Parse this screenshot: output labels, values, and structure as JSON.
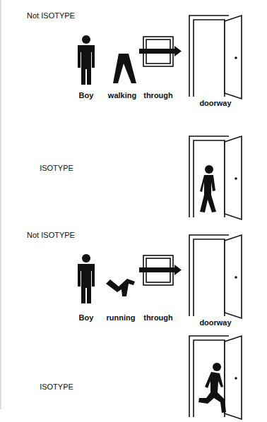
{
  "diagram": {
    "labels": [
      "Not ISOTYPE",
      "Boy",
      "walking",
      "through",
      "doorway",
      "ISOTYPE",
      "Not ISOTYPE",
      "Boy",
      "running",
      "through",
      "doorway",
      "ISOTYPE"
    ]
  }
}
